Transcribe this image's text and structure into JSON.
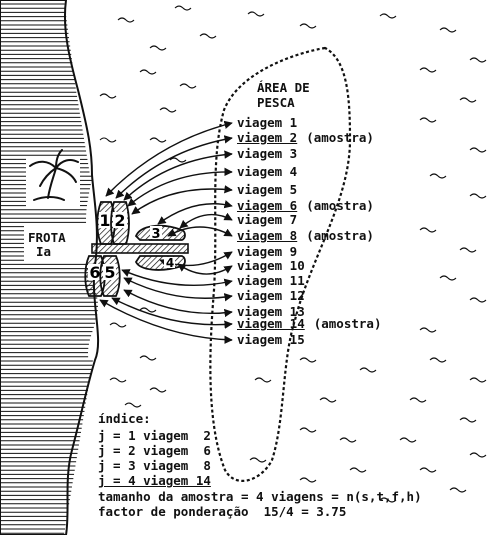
{
  "fishing_area": {
    "label_line1": "ÁREA DE",
    "label_line2": "PESCA"
  },
  "fleet": {
    "label_line1": "FROTA",
    "label_line2": "Ia"
  },
  "boats": [
    "1",
    "2",
    "3",
    "4",
    "6",
    "5"
  ],
  "trips": [
    {
      "text": "viagem 1",
      "sample": false,
      "note": ""
    },
    {
      "text": "viagem 2",
      "sample": true,
      "note": "(amostra)"
    },
    {
      "text": "viagem 3",
      "sample": false,
      "note": ""
    },
    {
      "text": "viagem 4",
      "sample": false,
      "note": ""
    },
    {
      "text": "viagem 5",
      "sample": false,
      "note": ""
    },
    {
      "text": "viagem 6",
      "sample": true,
      "note": "(amostra)"
    },
    {
      "text": "viagem 7",
      "sample": false,
      "note": ""
    },
    {
      "text": "viagem 8",
      "sample": true,
      "note": "(amostra)"
    },
    {
      "text": "viagem 9",
      "sample": false,
      "note": ""
    },
    {
      "text": "viagem 10",
      "sample": false,
      "note": ""
    },
    {
      "text": "viagem 11",
      "sample": false,
      "note": ""
    },
    {
      "text": "viagem 12",
      "sample": false,
      "note": ""
    },
    {
      "text": "viagem 13",
      "sample": false,
      "note": ""
    },
    {
      "text": "viagem 14",
      "sample": true,
      "note": "(amostra)"
    },
    {
      "text": "viagem 15",
      "sample": false,
      "note": ""
    }
  ],
  "index": {
    "title": "índice:",
    "rows": [
      "j = 1 viagem  2",
      "j = 2 viagem  6",
      "j = 3 viagem  8",
      "j = 4 viagem 14"
    ]
  },
  "footer": {
    "sample_size": "tamanho da amostra = 4 viagens = n(s,t,f,h)",
    "weighting": "factor de ponderação  15/4 = 3.75"
  }
}
